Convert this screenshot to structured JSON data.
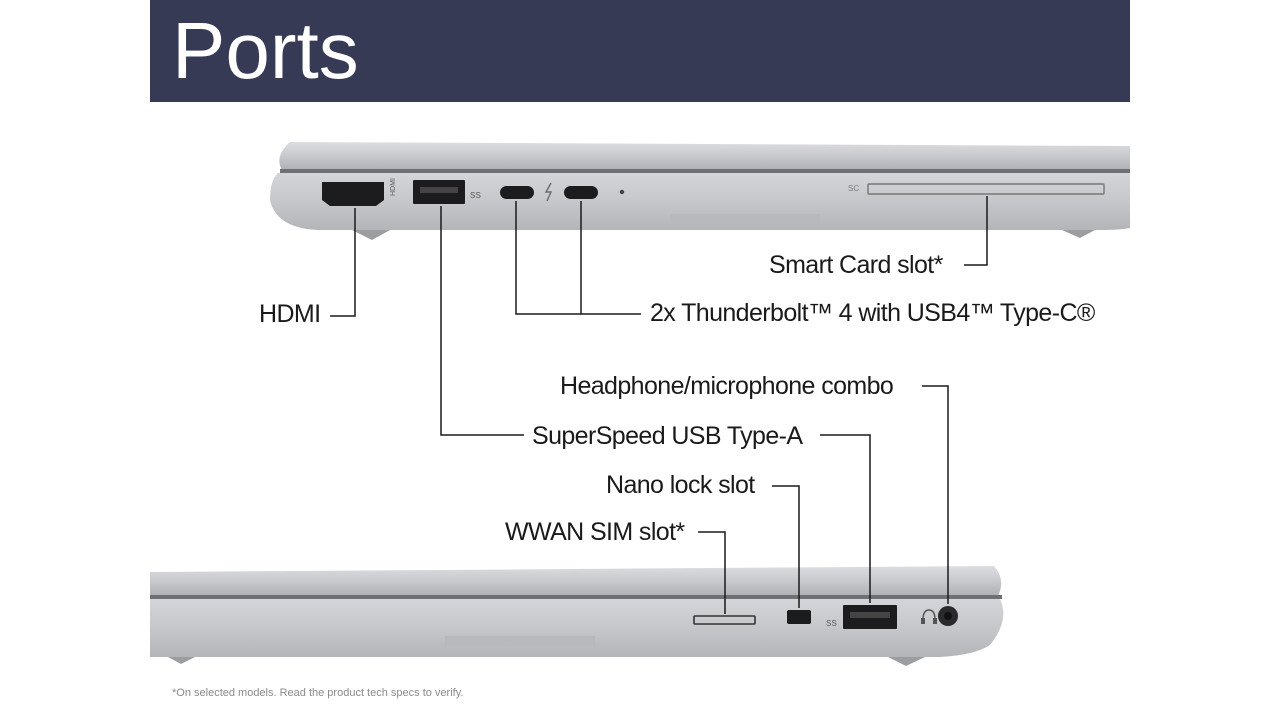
{
  "header": {
    "title": "Ports"
  },
  "top_view": {
    "hdmi_port_mark": "HDMI",
    "smart_card_mark": "SC"
  },
  "labels": {
    "smart_card": "Smart Card slot*",
    "hdmi": "HDMI",
    "thunderbolt": "2x Thunderbolt™ 4 with USB4™ Type-C®",
    "headphone": "Headphone/microphone combo",
    "usb_a": "SuperSpeed USB Type-A",
    "nano_lock": "Nano lock slot",
    "wwan_sim": "WWAN SIM slot*"
  },
  "footnote": "*On selected models. Read the product tech specs to verify.",
  "colors": {
    "header_bg": "#363a55",
    "chassis": "#c9cacd",
    "port": "#1c1c1e",
    "leader_line": "#1a1a1a"
  }
}
